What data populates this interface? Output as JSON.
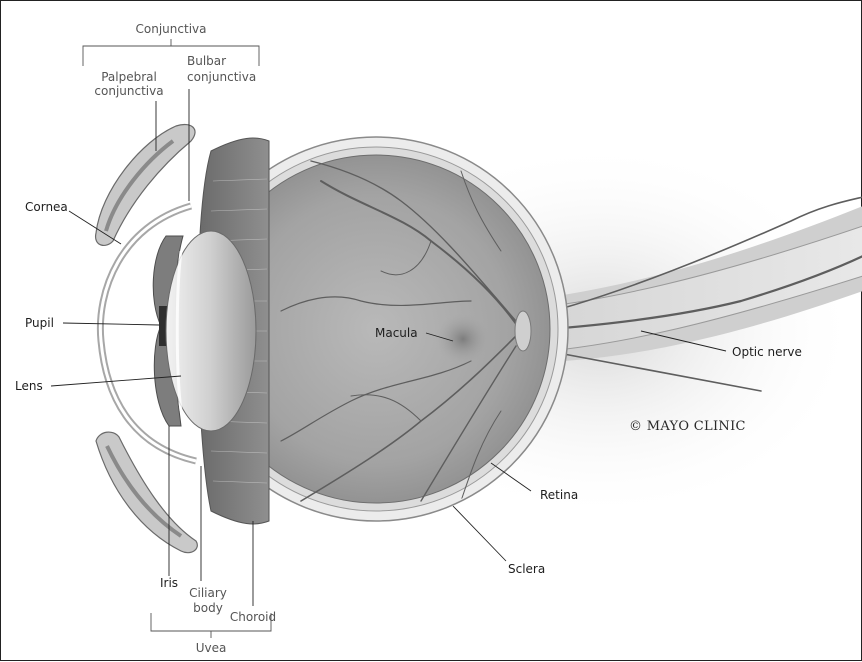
{
  "labels": {
    "conjunctiva": "Conjunctiva",
    "palpebral_line1": "Palpebral",
    "palpebral_line2": "conjunctiva",
    "bulbar_line1": "Bulbar",
    "bulbar_line2": "conjunctiva",
    "cornea": "Cornea",
    "pupil": "Pupil",
    "lens": "Lens",
    "macula": "Macula",
    "optic_nerve": "Optic nerve",
    "retina": "Retina",
    "sclera": "Sclera",
    "iris": "Iris",
    "ciliary_line1": "Ciliary",
    "ciliary_line2": "body",
    "choroid": "Choroid",
    "uvea": "Uvea"
  },
  "copyright": "© MAYO CLINIC"
}
